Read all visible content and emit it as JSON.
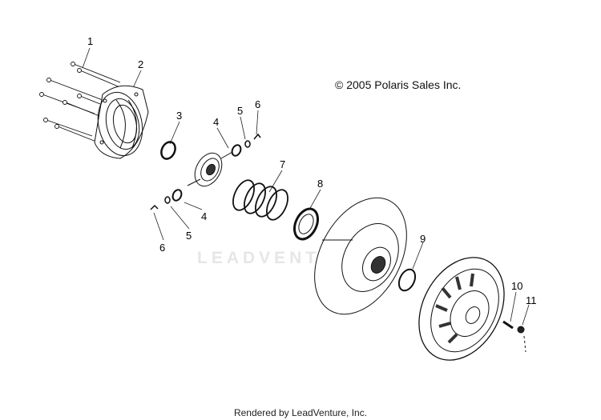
{
  "copyright": "© 2005 Polaris Sales Inc.",
  "watermark": "LEADVENTURE",
  "footer": "Rendered by LeadVenture, Inc.",
  "callouts": {
    "c1": "1",
    "c2": "2",
    "c3": "3",
    "c4a": "4",
    "c5a": "5",
    "c6a": "6",
    "c7": "7",
    "c8": "8",
    "c4b": "4",
    "c5b": "5",
    "c6b": "6",
    "c9": "9",
    "c10": "10",
    "c11": "11"
  }
}
